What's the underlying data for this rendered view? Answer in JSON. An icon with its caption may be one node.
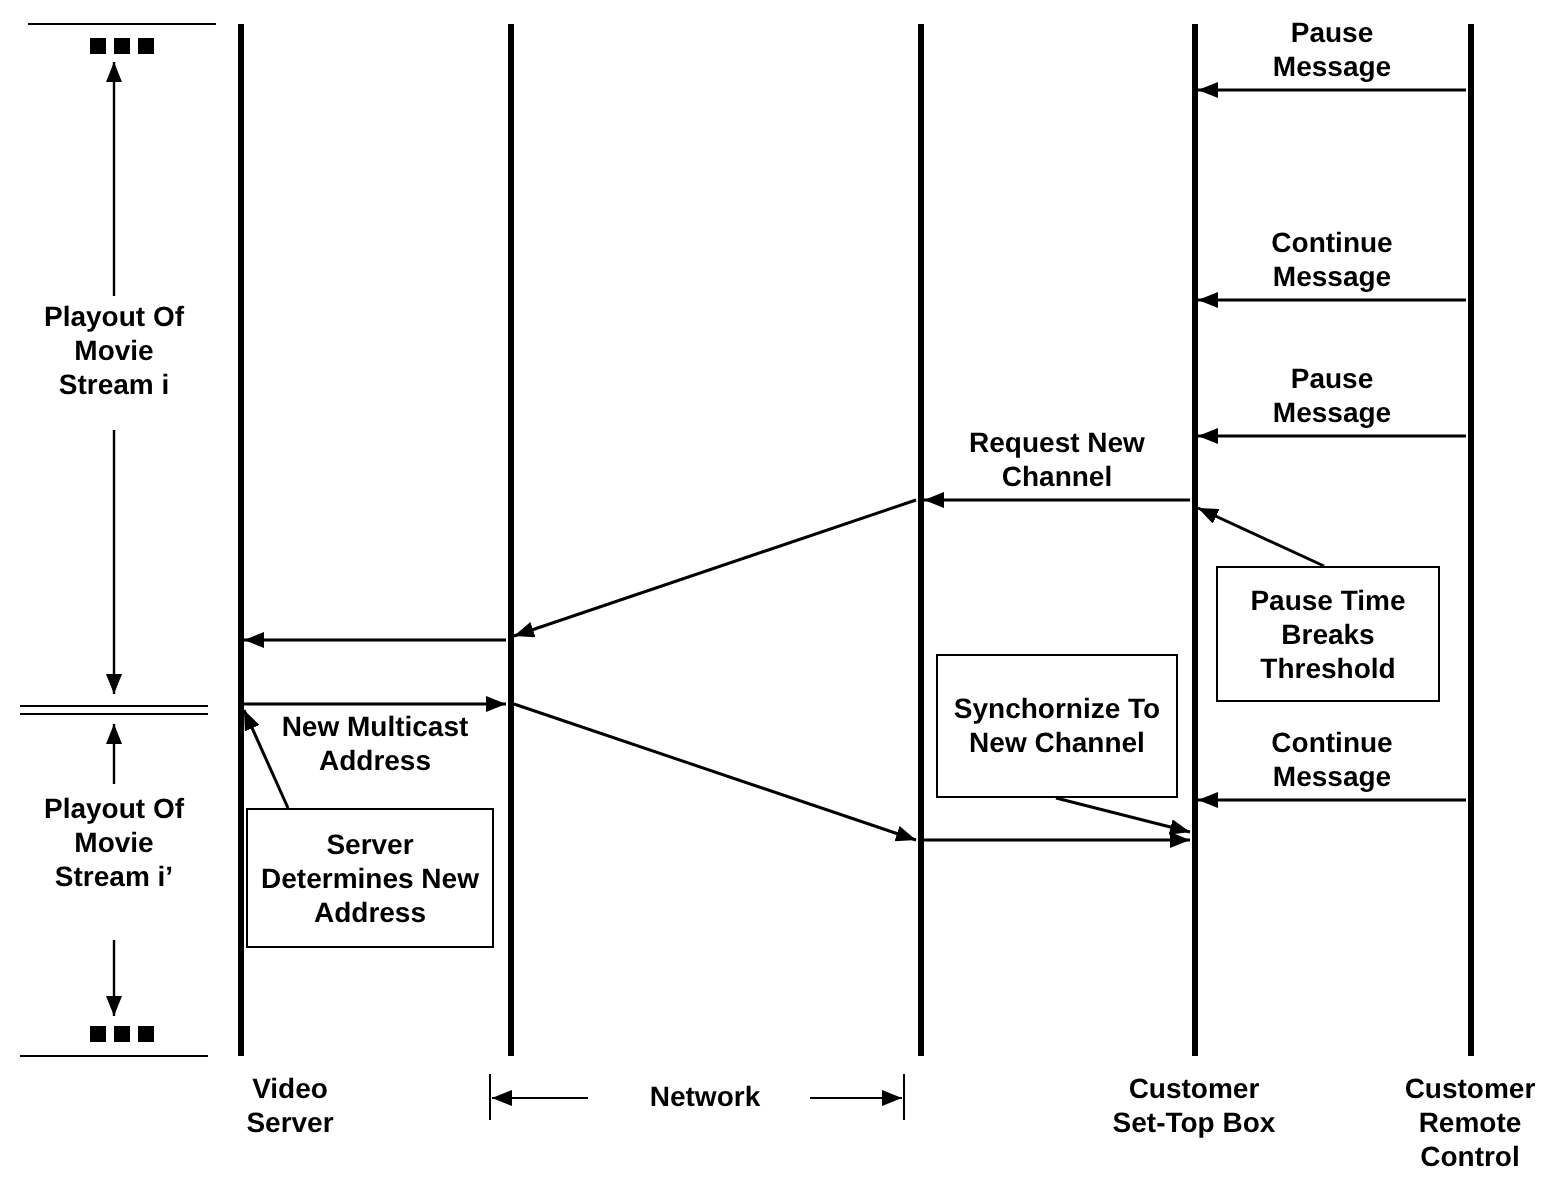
{
  "diagram": {
    "nodes": [
      {
        "text": [
          "Video Server"
        ]
      },
      {
        "text": [],
        "shape": "bar"
      },
      {
        "text": [],
        "shape": "bar"
      },
      {
        "text": [
          "Customer Set-Top Box"
        ]
      },
      {
        "text": [
          "Customer Remote Control"
        ]
      },
      {
        "text": [
          "Pause Time Breaks Threshold"
        ]
      },
      {
        "text": [
          "Synchornize To New Channel"
        ]
      },
      {
        "text": [
          "Server Determines New Address"
        ]
      }
    ],
    "edges": [
      {
        "from": 4,
        "to": 3,
        "arrow": "to",
        "label": "Pause Message"
      },
      {
        "from": 4,
        "to": 3,
        "arrow": "to",
        "label": "Continue Message"
      },
      {
        "from": 4,
        "to": 3,
        "arrow": "to",
        "label": "Pause Message"
      },
      {
        "from": 3,
        "to": 2,
        "arrow": "to",
        "label": "Request New Channel"
      },
      {
        "from": 2,
        "to": 1,
        "arrow": "to"
      },
      {
        "from": 1,
        "to": 0,
        "arrow": "to"
      },
      {
        "from": 0,
        "to": 1,
        "arrow": "to",
        "label": "New Multicast Address"
      },
      {
        "from": 1,
        "to": 2,
        "arrow": "to"
      },
      {
        "from": 2,
        "to": 3,
        "arrow": "to"
      },
      {
        "from": 4,
        "to": 3,
        "arrow": "to",
        "label": "Continue Message"
      },
      {
        "from": 5,
        "to": 3,
        "arrow": "to"
      },
      {
        "from": 6,
        "to": 3,
        "arrow": "to"
      },
      {
        "from": 7,
        "to": 0,
        "arrow": "to"
      }
    ],
    "labels": [
      "Playout Of Movie Stream i",
      "Playout Of Movie Stream i’",
      "Network"
    ]
  }
}
